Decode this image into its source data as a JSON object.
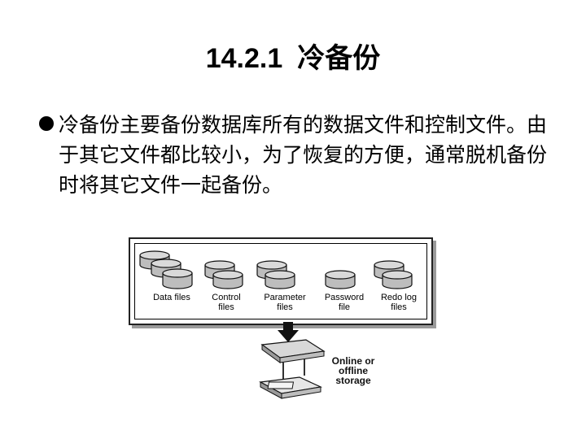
{
  "title": {
    "number": "14.2.1",
    "text": "冷备份"
  },
  "bullet": {
    "text": "冷备份主要备份数据库所有的数据文件和控制文件。由于其它文件都比较小，为了恢复的方便，通常脱机备份时将其它文件一起备份。"
  },
  "diagram": {
    "files": [
      {
        "label": "Data files"
      },
      {
        "label": "Control files"
      },
      {
        "label": "Parameter files"
      },
      {
        "label": "Password file"
      },
      {
        "label": "Redo log files"
      }
    ],
    "storage_label": "Online or offline storage"
  }
}
